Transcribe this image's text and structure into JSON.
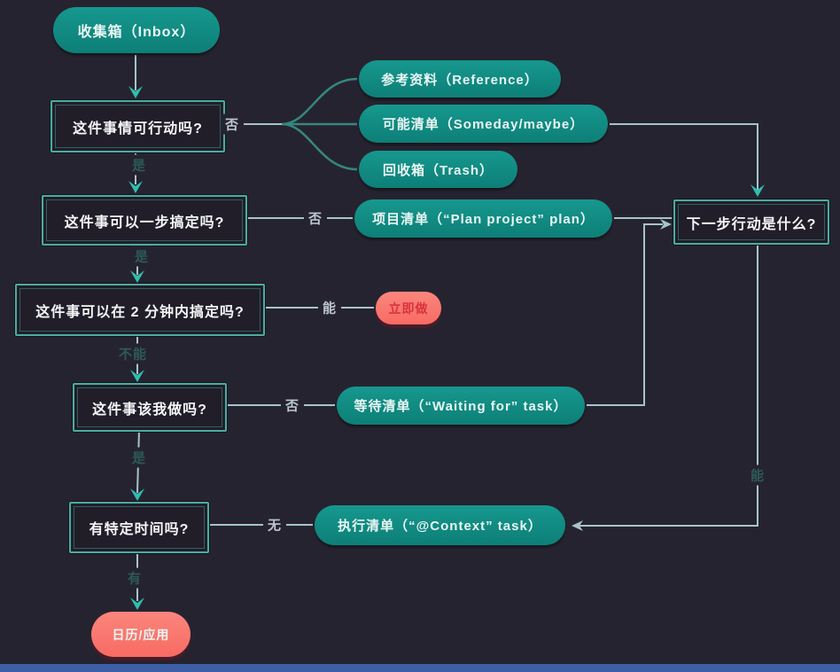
{
  "diagram_title": "GTD workflow flowchart",
  "palette": {
    "background": "#262330",
    "teal_pill": "#11948a",
    "red_pill": "#fa7a72",
    "box_border": "#4aaca2",
    "wire": "#a5c4ca",
    "wire_teal": "#35877f",
    "arrow": "#2fbfae",
    "label_light": "#bcc8cf",
    "label_dark": "#2d5a58",
    "bottom_bar": "#3d5fa8"
  },
  "nodes": {
    "inbox": {
      "label": "收集箱（Inbox）",
      "type": "pill"
    },
    "q1": {
      "label": "这件事情可行动吗?",
      "type": "decision"
    },
    "reference": {
      "label": "参考资料（Reference）",
      "type": "pill"
    },
    "someday": {
      "label": "可能清单（Someday/maybe）",
      "type": "pill"
    },
    "trash": {
      "label": "回收箱（Trash）",
      "type": "pill"
    },
    "q2": {
      "label": "这件事可以一步搞定吗?",
      "type": "decision"
    },
    "project": {
      "label": "项目清单（“Plan project” plan）",
      "type": "pill"
    },
    "next_action": {
      "label": "下一步行动是什么?",
      "type": "decision"
    },
    "q3": {
      "label": "这件事可以在 2 分钟内搞定吗?",
      "type": "decision"
    },
    "do_now": {
      "label": "立即做",
      "type": "pill-red"
    },
    "q4": {
      "label": "这件事该我做吗?",
      "type": "decision"
    },
    "waiting": {
      "label": "等待清单（“Waiting for” task）",
      "type": "pill"
    },
    "q5": {
      "label": "有特定时间吗?",
      "type": "decision"
    },
    "context": {
      "label": "执行清单（“@Context” task）",
      "type": "pill"
    },
    "calendar": {
      "label": "日历/应用",
      "type": "pill-red"
    }
  },
  "edges": {
    "no1": "否",
    "yes1": "是",
    "no2": "否",
    "yes2": "是",
    "can": "能",
    "cannot": "不能",
    "no4": "否",
    "yes4": "是",
    "none": "无",
    "has": "有",
    "can_right": "能"
  }
}
